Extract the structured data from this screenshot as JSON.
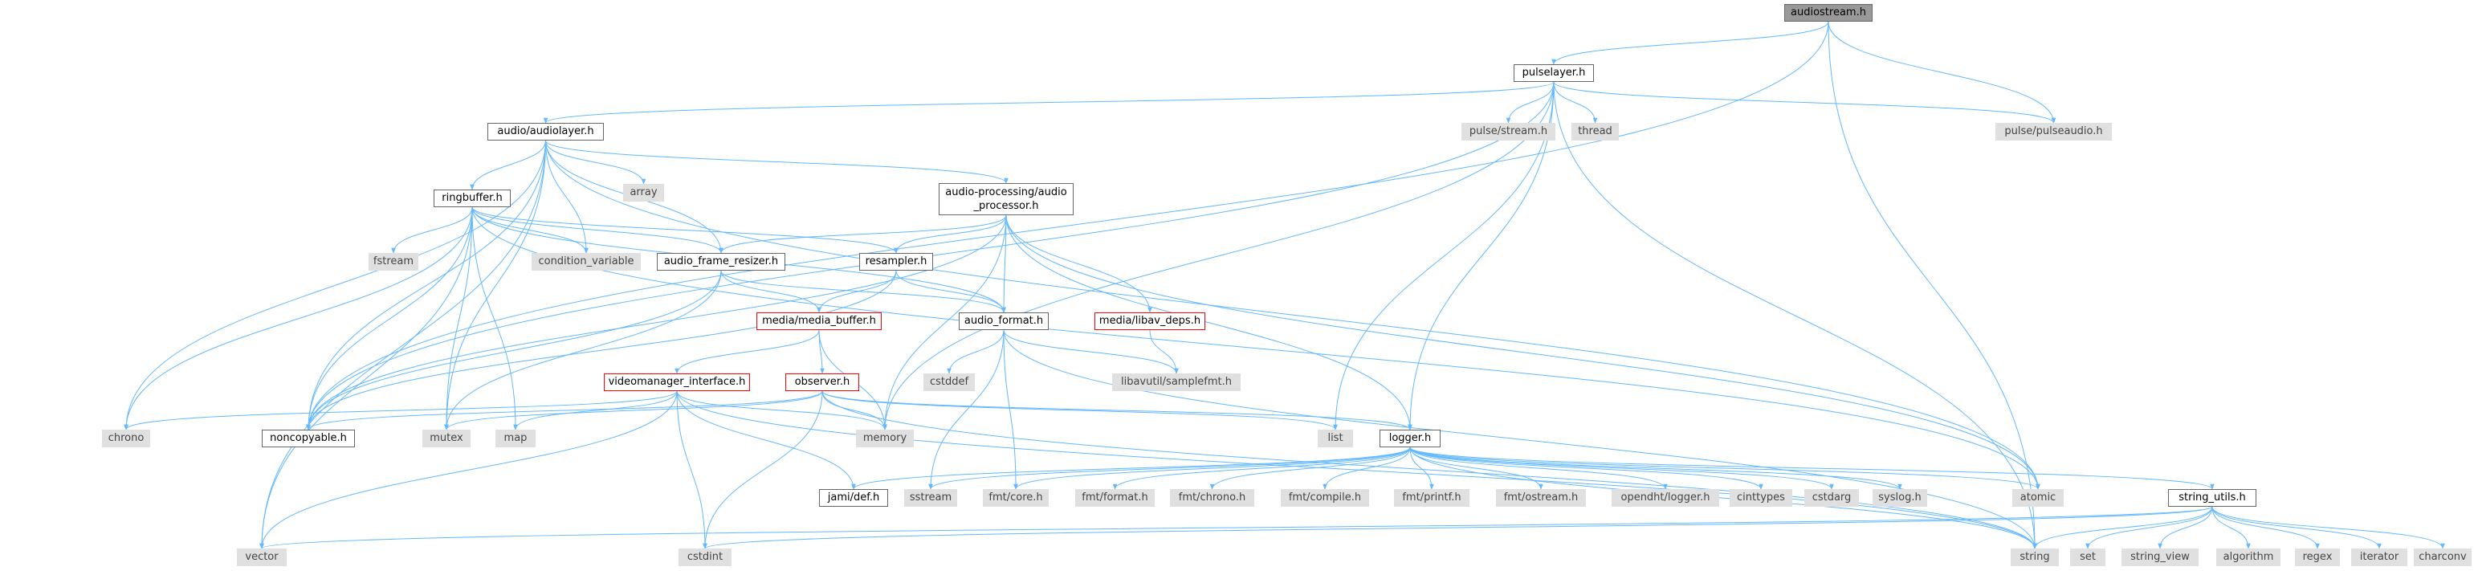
{
  "colors": {
    "edge": "#63b8ff",
    "border": "#666666",
    "system_fill": "#e0e0e0",
    "incomplete_border": "#ff0000",
    "root_fill": "#999999"
  },
  "nodes": {
    "audiostream": {
      "label": "audiostream.h",
      "kind": "root"
    },
    "pulselayer": {
      "label": "pulselayer.h",
      "kind": "std"
    },
    "pulse_pulseaudio": {
      "label": "pulse/pulseaudio.h",
      "kind": "sys"
    },
    "audiolayer": {
      "label": "audio/audiolayer.h",
      "kind": "std"
    },
    "pulse_stream": {
      "label": "pulse/stream.h",
      "kind": "sys"
    },
    "thread": {
      "label": "thread",
      "kind": "sys"
    },
    "array": {
      "label": "array",
      "kind": "sys"
    },
    "audio_processor": {
      "label": "audio-processing/audio\n_processor.h",
      "kind": "std"
    },
    "ringbuffer": {
      "label": "ringbuffer.h",
      "kind": "std"
    },
    "fstream": {
      "label": "fstream",
      "kind": "sys"
    },
    "condition_variable": {
      "label": "condition_variable",
      "kind": "sys"
    },
    "audio_frame_resizer": {
      "label": "audio_frame_resizer.h",
      "kind": "std"
    },
    "resampler": {
      "label": "resampler.h",
      "kind": "std"
    },
    "media_buffer": {
      "label": "media/media_buffer.h",
      "kind": "red"
    },
    "audio_format": {
      "label": "audio_format.h",
      "kind": "std"
    },
    "libav_deps": {
      "label": "media/libav_deps.h",
      "kind": "red"
    },
    "videomanager": {
      "label": "videomanager_interface.h",
      "kind": "red"
    },
    "observer": {
      "label": "observer.h",
      "kind": "red"
    },
    "cstddef": {
      "label": "cstddef",
      "kind": "sys"
    },
    "samplefmt": {
      "label": "libavutil/samplefmt.h",
      "kind": "sys"
    },
    "chrono": {
      "label": "chrono",
      "kind": "sys"
    },
    "noncopyable": {
      "label": "noncopyable.h",
      "kind": "std"
    },
    "mutex": {
      "label": "mutex",
      "kind": "sys"
    },
    "map": {
      "label": "map",
      "kind": "sys"
    },
    "memory": {
      "label": "memory",
      "kind": "sys"
    },
    "list": {
      "label": "list",
      "kind": "sys"
    },
    "logger": {
      "label": "logger.h",
      "kind": "std"
    },
    "jami_def": {
      "label": "jami/def.h",
      "kind": "std"
    },
    "sstream": {
      "label": "sstream",
      "kind": "sys"
    },
    "fmt_core": {
      "label": "fmt/core.h",
      "kind": "sys"
    },
    "fmt_format": {
      "label": "fmt/format.h",
      "kind": "sys"
    },
    "fmt_chrono": {
      "label": "fmt/chrono.h",
      "kind": "sys"
    },
    "fmt_compile": {
      "label": "fmt/compile.h",
      "kind": "sys"
    },
    "fmt_printf": {
      "label": "fmt/printf.h",
      "kind": "sys"
    },
    "fmt_ostream": {
      "label": "fmt/ostream.h",
      "kind": "sys"
    },
    "opendht_logger": {
      "label": "opendht/logger.h",
      "kind": "sys"
    },
    "cinttypes": {
      "label": "cinttypes",
      "kind": "sys"
    },
    "cstdarg": {
      "label": "cstdarg",
      "kind": "sys"
    },
    "syslog": {
      "label": "syslog.h",
      "kind": "sys"
    },
    "atomic": {
      "label": "atomic",
      "kind": "sys"
    },
    "string_utils": {
      "label": "string_utils.h",
      "kind": "std"
    },
    "vector": {
      "label": "vector",
      "kind": "sys"
    },
    "cstdint": {
      "label": "cstdint",
      "kind": "sys"
    },
    "string": {
      "label": "string",
      "kind": "sys"
    },
    "set": {
      "label": "set",
      "kind": "sys"
    },
    "string_view": {
      "label": "string_view",
      "kind": "sys"
    },
    "algorithm": {
      "label": "algorithm",
      "kind": "sys"
    },
    "regex": {
      "label": "regex",
      "kind": "sys"
    },
    "iterator": {
      "label": "iterator",
      "kind": "sys"
    },
    "charconv": {
      "label": "charconv",
      "kind": "sys"
    }
  },
  "edges": [
    [
      "audiostream",
      "pulselayer"
    ],
    [
      "audiostream",
      "pulse_pulseaudio"
    ],
    [
      "audiostream",
      "noncopyable"
    ],
    [
      "audiostream",
      "string"
    ],
    [
      "pulselayer",
      "audiolayer"
    ],
    [
      "pulselayer",
      "pulse_pulseaudio"
    ],
    [
      "pulselayer",
      "pulse_stream"
    ],
    [
      "pulselayer",
      "thread"
    ],
    [
      "pulselayer",
      "list"
    ],
    [
      "pulselayer",
      "memory"
    ],
    [
      "pulselayer",
      "logger"
    ],
    [
      "pulselayer",
      "noncopyable"
    ],
    [
      "pulselayer",
      "string"
    ],
    [
      "audiolayer",
      "ringbuffer"
    ],
    [
      "audiolayer",
      "array"
    ],
    [
      "audiolayer",
      "audio_processor"
    ],
    [
      "audiolayer",
      "condition_variable"
    ],
    [
      "audiolayer",
      "chrono"
    ],
    [
      "audiolayer",
      "noncopyable"
    ],
    [
      "audiolayer",
      "mutex"
    ],
    [
      "audiolayer",
      "vector"
    ],
    [
      "audiolayer",
      "atomic"
    ],
    [
      "audiolayer",
      "audio_frame_resizer"
    ],
    [
      "ringbuffer",
      "audio_format"
    ],
    [
      "ringbuffer",
      "audio_frame_resizer"
    ],
    [
      "ringbuffer",
      "resampler"
    ],
    [
      "ringbuffer",
      "fstream"
    ],
    [
      "ringbuffer",
      "condition_variable"
    ],
    [
      "ringbuffer",
      "chrono"
    ],
    [
      "ringbuffer",
      "noncopyable"
    ],
    [
      "ringbuffer",
      "mutex"
    ],
    [
      "ringbuffer",
      "map"
    ],
    [
      "ringbuffer",
      "vector"
    ],
    [
      "ringbuffer",
      "atomic"
    ],
    [
      "audio_processor",
      "audio_frame_resizer"
    ],
    [
      "audio_processor",
      "resampler"
    ],
    [
      "audio_processor",
      "audio_format"
    ],
    [
      "audio_processor",
      "libav_deps"
    ],
    [
      "audio_processor",
      "logger"
    ],
    [
      "audio_processor",
      "memory"
    ],
    [
      "audio_processor",
      "noncopyable"
    ],
    [
      "audio_processor",
      "atomic"
    ],
    [
      "audio_frame_resizer",
      "media_buffer"
    ],
    [
      "audio_frame_resizer",
      "audio_format"
    ],
    [
      "audio_frame_resizer",
      "noncopyable"
    ],
    [
      "audio_frame_resizer",
      "mutex"
    ],
    [
      "resampler",
      "media_buffer"
    ],
    [
      "resampler",
      "audio_format"
    ],
    [
      "resampler",
      "noncopyable"
    ],
    [
      "media_buffer",
      "videomanager"
    ],
    [
      "media_buffer",
      "observer"
    ],
    [
      "media_buffer",
      "memory"
    ],
    [
      "audio_format",
      "cstddef"
    ],
    [
      "audio_format",
      "samplefmt"
    ],
    [
      "audio_format",
      "fmt_core"
    ],
    [
      "audio_format",
      "sstream"
    ],
    [
      "audio_format",
      "string"
    ],
    [
      "libav_deps",
      "samplefmt"
    ],
    [
      "videomanager",
      "chrono"
    ],
    [
      "videomanager",
      "map"
    ],
    [
      "videomanager",
      "memory"
    ],
    [
      "videomanager",
      "jami_def"
    ],
    [
      "videomanager",
      "vector"
    ],
    [
      "videomanager",
      "cstdint"
    ],
    [
      "videomanager",
      "string"
    ],
    [
      "observer",
      "mutex"
    ],
    [
      "observer",
      "memory"
    ],
    [
      "observer",
      "list"
    ],
    [
      "observer",
      "noncopyable"
    ],
    [
      "observer",
      "logger"
    ],
    [
      "observer",
      "cstdint"
    ],
    [
      "observer",
      "string"
    ],
    [
      "logger",
      "jami_def"
    ],
    [
      "logger",
      "sstream"
    ],
    [
      "logger",
      "fmt_core"
    ],
    [
      "logger",
      "fmt_format"
    ],
    [
      "logger",
      "fmt_chrono"
    ],
    [
      "logger",
      "fmt_compile"
    ],
    [
      "logger",
      "fmt_printf"
    ],
    [
      "logger",
      "fmt_ostream"
    ],
    [
      "logger",
      "opendht_logger"
    ],
    [
      "logger",
      "cinttypes"
    ],
    [
      "logger",
      "cstdarg"
    ],
    [
      "logger",
      "syslog"
    ],
    [
      "logger",
      "atomic"
    ],
    [
      "logger",
      "string"
    ],
    [
      "logger",
      "string_utils"
    ],
    [
      "string_utils",
      "vector"
    ],
    [
      "string_utils",
      "cstdint"
    ],
    [
      "string_utils",
      "string"
    ],
    [
      "string_utils",
      "set"
    ],
    [
      "string_utils",
      "string_view"
    ],
    [
      "string_utils",
      "algorithm"
    ],
    [
      "string_utils",
      "regex"
    ],
    [
      "string_utils",
      "iterator"
    ],
    [
      "string_utils",
      "charconv"
    ]
  ]
}
